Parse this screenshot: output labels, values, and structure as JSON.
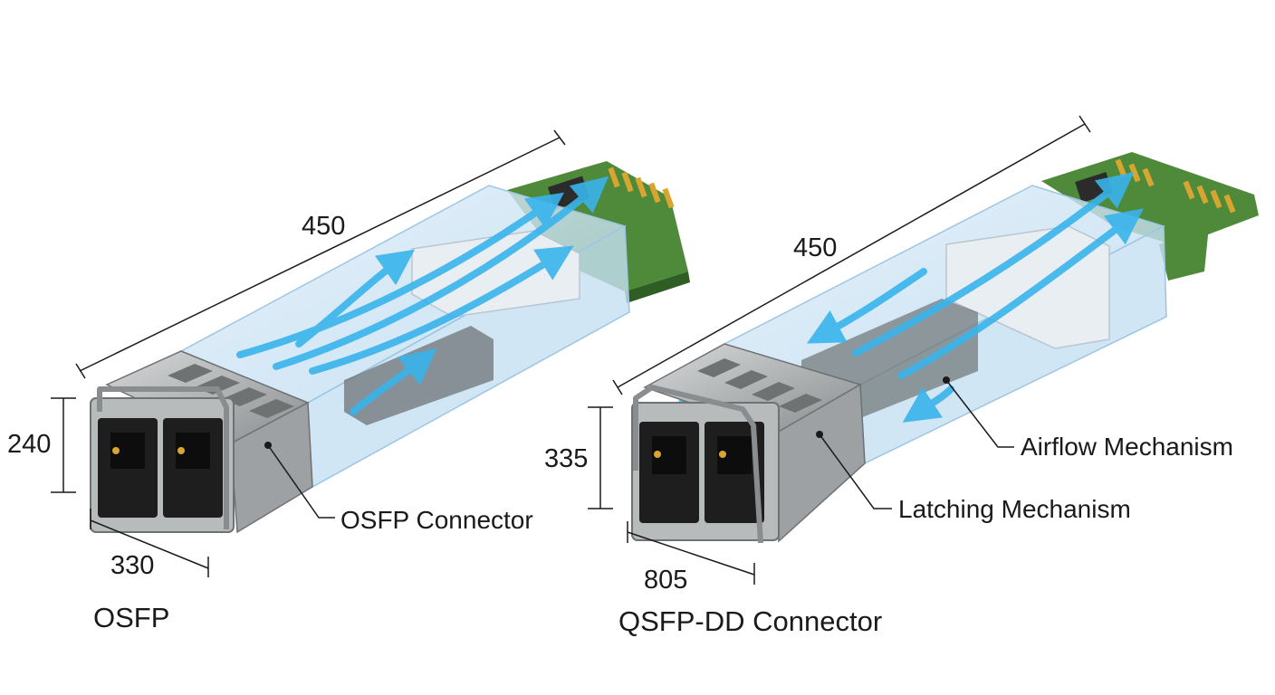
{
  "left_module": {
    "caption": "OSFP",
    "length_label": "450",
    "height_label": "240",
    "width_label": "330",
    "callout": "OSFP Connector"
  },
  "right_module": {
    "caption": "QSFP-DD Connector",
    "length_label": "450",
    "height_label": "335",
    "width_label": "805",
    "callout_airflow": "Airflow Mechanism",
    "callout_latch": "Latching Mechanism"
  },
  "colors": {
    "pcb": "#4f8a3a",
    "pcb_dark": "#2f5e24",
    "gold": "#d8a630",
    "metal": "#a9acad",
    "metal_dark": "#6f7273",
    "housing": "#cfe4f3",
    "airflow": "#39b4ec"
  }
}
